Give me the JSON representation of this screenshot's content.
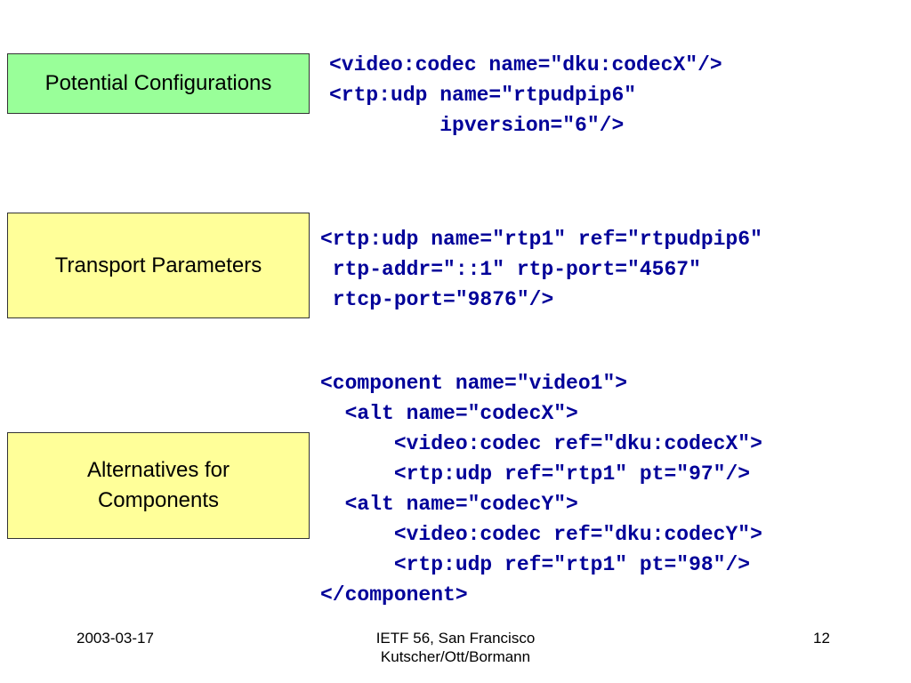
{
  "boxes": {
    "potential_configurations": "Potential Configurations",
    "transport_parameters": "Transport Parameters",
    "alternatives_line1": "Alternatives for",
    "alternatives_line2": "Components"
  },
  "code": {
    "config_block": "<video:codec name=\"dku:codecX\"/>\n<rtp:udp name=\"rtpudpip6\"\n         ipversion=\"6\"/>",
    "transport_block": "<rtp:udp name=\"rtp1\" ref=\"rtpudpip6\"\n rtp-addr=\"::1\" rtp-port=\"4567\"\n rtcp-port=\"9876\"/>",
    "component_block": "<component name=\"video1\">\n  <alt name=\"codecX\">\n      <video:codec ref=\"dku:codecX\">\n      <rtp:udp ref=\"rtp1\" pt=\"97\"/>\n  <alt name=\"codecY\">\n      <video:codec ref=\"dku:codecY\">\n      <rtp:udp ref=\"rtp1\" pt=\"98\"/>\n</component>"
  },
  "footer": {
    "date": "2003-03-17",
    "venue": "IETF 56, San Francisco",
    "authors": "Kutscher/Ott/Bormann",
    "page_number": "12"
  },
  "colors": {
    "green_box": "#99ff99",
    "yellow_box": "#ffff99",
    "code_text": "#000099"
  }
}
